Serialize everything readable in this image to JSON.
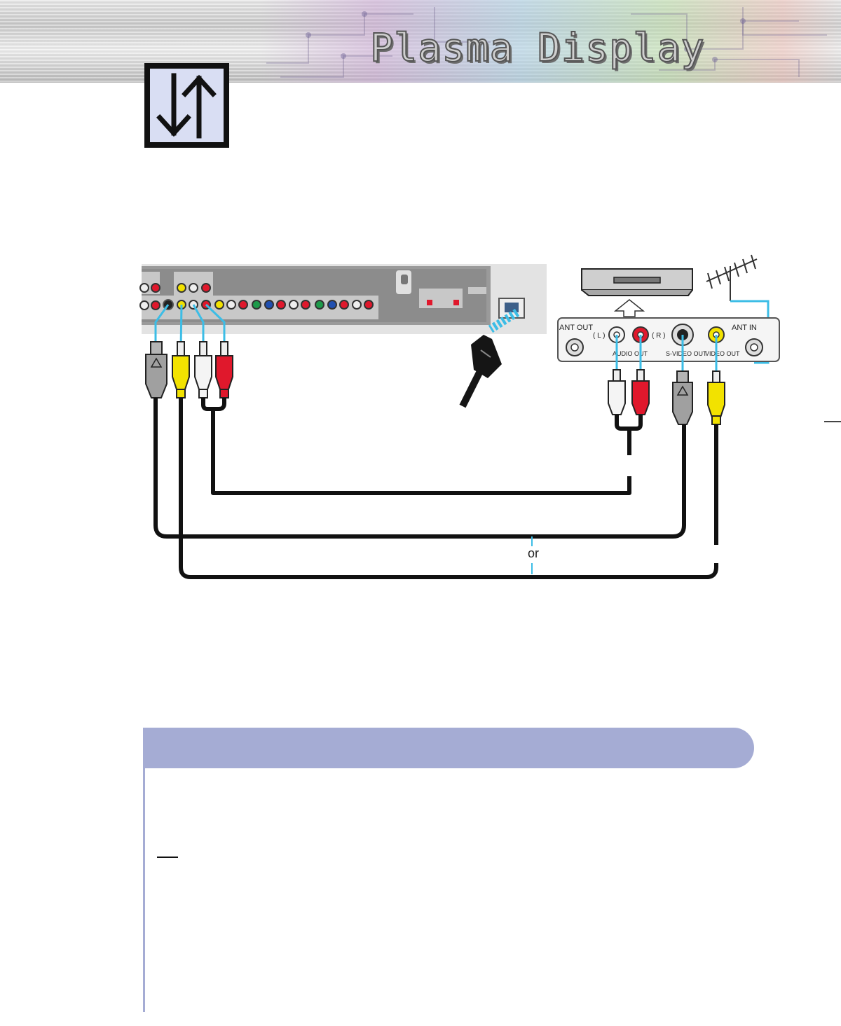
{
  "header": {
    "title": "Plasma Display"
  },
  "icon": {
    "name": "connection-arrows-icon"
  },
  "diagram": {
    "tv_panel": {
      "ports": [
        "S-VIDEO",
        "VIDEO",
        "L-AUDIO",
        "R-AUDIO"
      ],
      "component_groups": 3
    },
    "device": {
      "ant_out_label": "ANT OUT",
      "ant_in_label": "ANT IN",
      "left_label": "( L )",
      "right_label": "( R )",
      "audio_out_label": "AUDIO OUT",
      "svideo_out_label": "S-VIDEO OUT",
      "video_out_label": "VIDEO OUT"
    },
    "or_label": "or",
    "colors": {
      "cable": "#111111",
      "signal": "#3cbde6",
      "yellow": "#f2e200",
      "red": "#e0182c",
      "white": "#f4f4f4",
      "grey": "#9a9a9a"
    }
  },
  "note": {
    "accent": "#a5acd4"
  }
}
